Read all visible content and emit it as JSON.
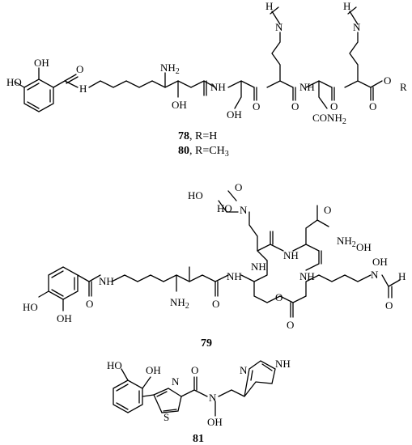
{
  "compounds": {
    "c78_80": {
      "label_78": "78",
      "label_78_r": ", R=H",
      "label_80": "80",
      "label_80_r": ", R=CH",
      "label_80_sub": "3"
    },
    "c79": {
      "label": "79"
    },
    "c81": {
      "label": "81"
    }
  },
  "atoms": {
    "HO": "HO",
    "OH": "OH",
    "H": "H",
    "N": "N",
    "O": "O",
    "NH": "NH",
    "NH2": "NH",
    "two": "2",
    "R": "R",
    "S": "S",
    "CONH2_a": "CONH",
    "NH_ring": "NH"
  }
}
